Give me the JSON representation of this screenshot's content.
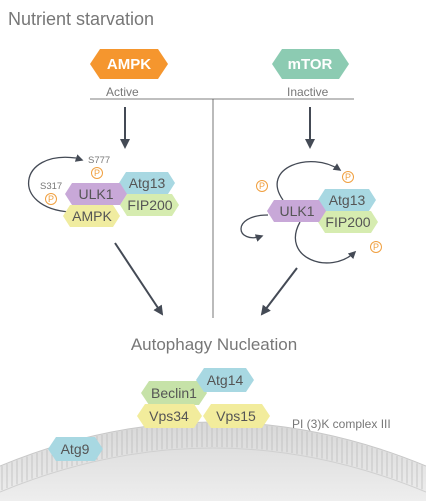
{
  "title": "Nutrient starvation",
  "ampk": {
    "label": "AMPK",
    "state": "Active"
  },
  "mtor": {
    "label": "mTOR",
    "state": "Inactive"
  },
  "left_complex": {
    "ulk1": "ULK1",
    "atg13": "Atg13",
    "fip200": "FIP200",
    "ampk": "AMPK",
    "site_s777": "S777",
    "site_s317": "S317"
  },
  "right_complex": {
    "ulk1": "ULK1",
    "atg13": "Atg13",
    "fip200": "FIP200"
  },
  "phospho_label": "P",
  "nucleation": "Autophagy Nucleation",
  "pi3k_complex": {
    "beclin1": "Beclin1",
    "atg14": "Atg14",
    "vps34": "Vps34",
    "vps15": "Vps15",
    "label": "PI (3)K complex III"
  },
  "atg9": "Atg9",
  "colors": {
    "ampk": "#f5962e",
    "mtor": "#8ccbb2",
    "ulk1": "#c8a8d8",
    "atg13": "#a8d8e2",
    "fip200": "#d6ecb0",
    "ampk_small": "#f0eca0",
    "beclin1": "#c6e2a8",
    "atg14": "#a8d8e2",
    "vps": "#f2ec9c",
    "atg9": "#a8d8e2",
    "phospho": "#f0a040",
    "arrow": "#444a55"
  }
}
